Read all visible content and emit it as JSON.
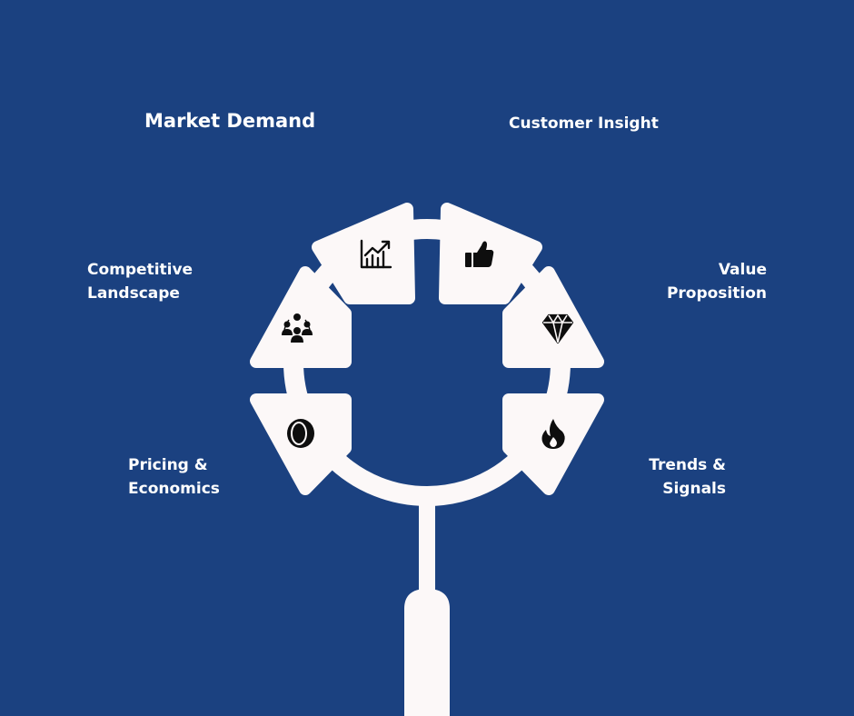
{
  "diagram": {
    "segments": [
      {
        "key": "market-demand",
        "label_lines": [
          "Market Demand"
        ],
        "icon": "chart-icon"
      },
      {
        "key": "customer-insight",
        "label_lines": [
          "Customer Insight"
        ],
        "icon": "thumbs-up-icon"
      },
      {
        "key": "value-proposition",
        "label_lines": [
          "Value",
          "Proposition"
        ],
        "icon": "diamond-icon"
      },
      {
        "key": "trends-signals",
        "label_lines": [
          "Trends &",
          "Signals"
        ],
        "icon": "fire-icon"
      },
      {
        "key": "pricing-economics",
        "label_lines": [
          "Pricing &",
          "Economics"
        ],
        "icon": "coin-icon"
      },
      {
        "key": "competitive-landscape",
        "label_lines": [
          "Competitive",
          "Landscape"
        ],
        "icon": "team-icon"
      }
    ]
  },
  "colors": {
    "background": "#1b4180",
    "shape": "#fcf8f8",
    "icon": "#0e0e0e",
    "text": "#ffffff"
  }
}
